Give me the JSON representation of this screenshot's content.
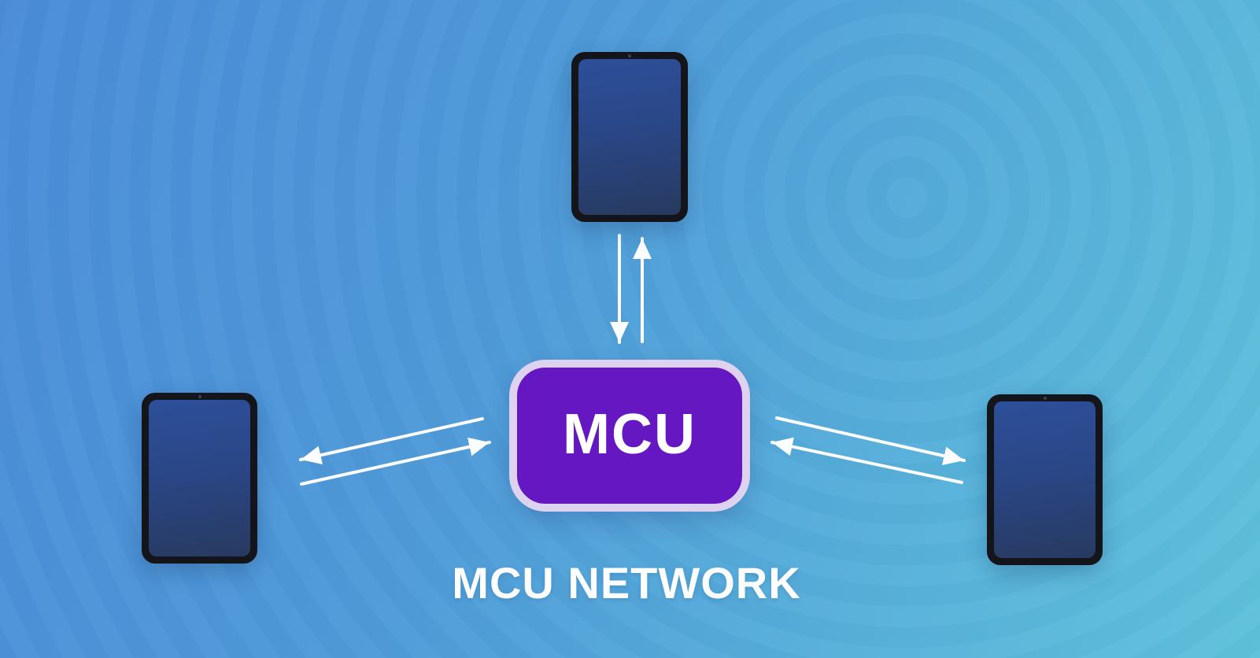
{
  "diagram": {
    "type": "hub-and-spoke-network",
    "title": "MCU NETWORK",
    "hub": {
      "label": "MCU",
      "shape": "rounded-rectangle"
    },
    "nodes": [
      {
        "id": "tablet-top",
        "kind": "tablet",
        "position": "top"
      },
      {
        "id": "tablet-left",
        "kind": "tablet",
        "position": "left"
      },
      {
        "id": "tablet-right",
        "kind": "tablet",
        "position": "right"
      }
    ],
    "links": [
      {
        "from": "tablet-top",
        "to": "hub",
        "direction": "bidirectional",
        "style": "two-parallel-arrows"
      },
      {
        "from": "tablet-left",
        "to": "hub",
        "direction": "bidirectional",
        "style": "two-parallel-arrows"
      },
      {
        "from": "tablet-right",
        "to": "hub",
        "direction": "bidirectional",
        "style": "two-parallel-arrows"
      }
    ],
    "colors": {
      "background_start": "#4a8cd8",
      "background_end": "#5fc2db",
      "hub_fill": "#6517c1",
      "hub_border": "#ddd3f1",
      "hub_text": "#ffffff",
      "arrow": "#fbfdfe",
      "tablet_bezel": "#14151b",
      "tablet_screen_top": "#2d4f9a",
      "tablet_screen_bottom": "#273a60",
      "title_text": "#ffffff"
    }
  }
}
